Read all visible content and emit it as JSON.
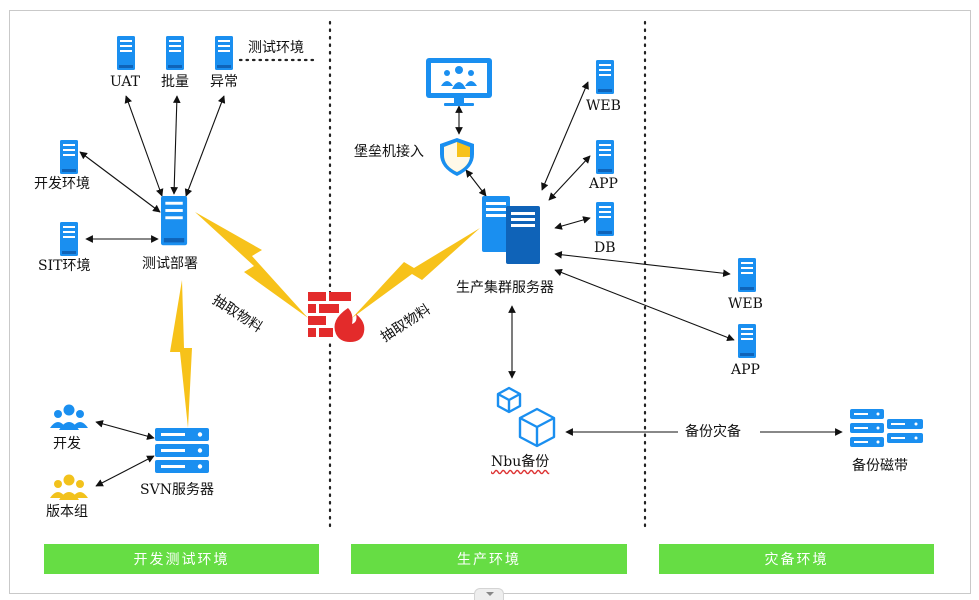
{
  "labels": {
    "uat": "UAT",
    "batch": "批量",
    "abnormal": "异常",
    "test_env_note": "测试环境",
    "dev_env": "开发环境",
    "sit_env": "SIT环境",
    "test_deploy": "测试部署",
    "extract_left": "抽取物料",
    "extract_right": "抽取物料",
    "dev": "开发",
    "version_group": "版本组",
    "svn_server": "SVN服务器",
    "bastion": "堡垒机接入",
    "prod_cluster": "生产集群服务器",
    "web_prod": "WEB",
    "app_prod": "APP",
    "db_prod": "DB",
    "web_dr": "WEB",
    "app_dr": "APP",
    "nbu_backup": "Nbu备份",
    "backup_dr": "备份灾备",
    "backup_tape": "备份磁带"
  },
  "zones": {
    "dev_test": "开发测试环境",
    "production": "生产环境",
    "disaster_recovery": "灾备环境"
  },
  "colors": {
    "server_blue": "#1a8ff0",
    "server_dark": "#0f63b8",
    "lightning": "#f7c21a",
    "firewall": "#e32b2b",
    "zone_green": "#66dd44",
    "people_blue": "#1a8ff0",
    "people_yellow": "#f2c21c"
  }
}
